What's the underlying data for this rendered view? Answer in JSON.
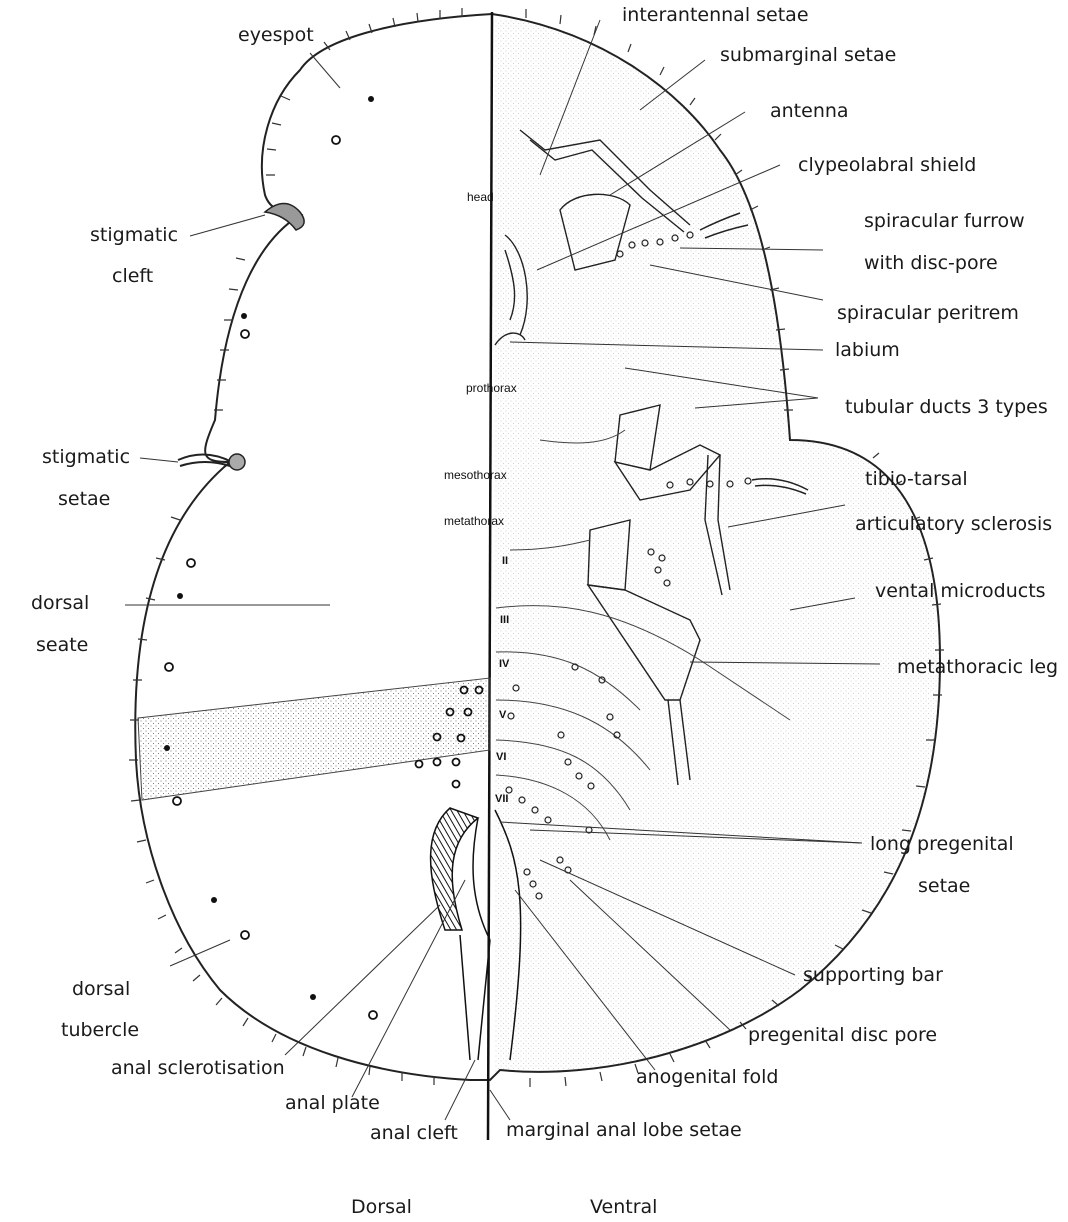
{
  "labels": {
    "interantennal_setae": "interantennal setae",
    "submarginal_setae": "submarginal setae",
    "antenna": "antenna",
    "clypeolabral_shield": "clypeolabral shield",
    "spiracular_furrow_1": "spiracular furrow",
    "spiracular_furrow_2": "with disc-pore",
    "spiracular_peritrem": "spiracular peritrem",
    "labium": "labium",
    "tubular_ducts": "tubular ducts 3 types",
    "tibio_tarsal_1": "tibio-tarsal",
    "tibio_tarsal_2": "articulatory sclerosis",
    "ventral_microducts": "vental microducts",
    "metathoracic_leg": "metathoracic leg",
    "long_pregenital_1": "long pregenital",
    "long_pregenital_2": "setae",
    "supporting_bar": "supporting bar",
    "pregenital_disc_pore": "pregenital disc pore",
    "anogenital_fold": "anogenital fold",
    "marginal_anal_lobe": "marginal anal lobe setae",
    "eyespot": "eyespot",
    "stigmatic_cleft_1": "stigmatic",
    "stigmatic_cleft_2": "cleft",
    "stigmatic_setae_1": "stigmatic",
    "stigmatic_setae_2": "setae",
    "dorsal_seate_1": "dorsal",
    "dorsal_seate_2": "seate",
    "dorsal_tubercle_1": "dorsal",
    "dorsal_tubercle_2": "tubercle",
    "anal_sclerotisation": "anal sclerotisation",
    "anal_plate": "anal plate",
    "anal_cleft": "anal cleft"
  },
  "segments": {
    "head": "head",
    "prothorax": "prothorax",
    "mesothorax": "mesothorax",
    "metathorax": "metathorax",
    "II": "II",
    "III": "III",
    "IV": "IV",
    "V": "V",
    "VI": "VI",
    "VII": "VII"
  },
  "footer": {
    "dorsal": "Dorsal",
    "ventral": "Ventral"
  }
}
